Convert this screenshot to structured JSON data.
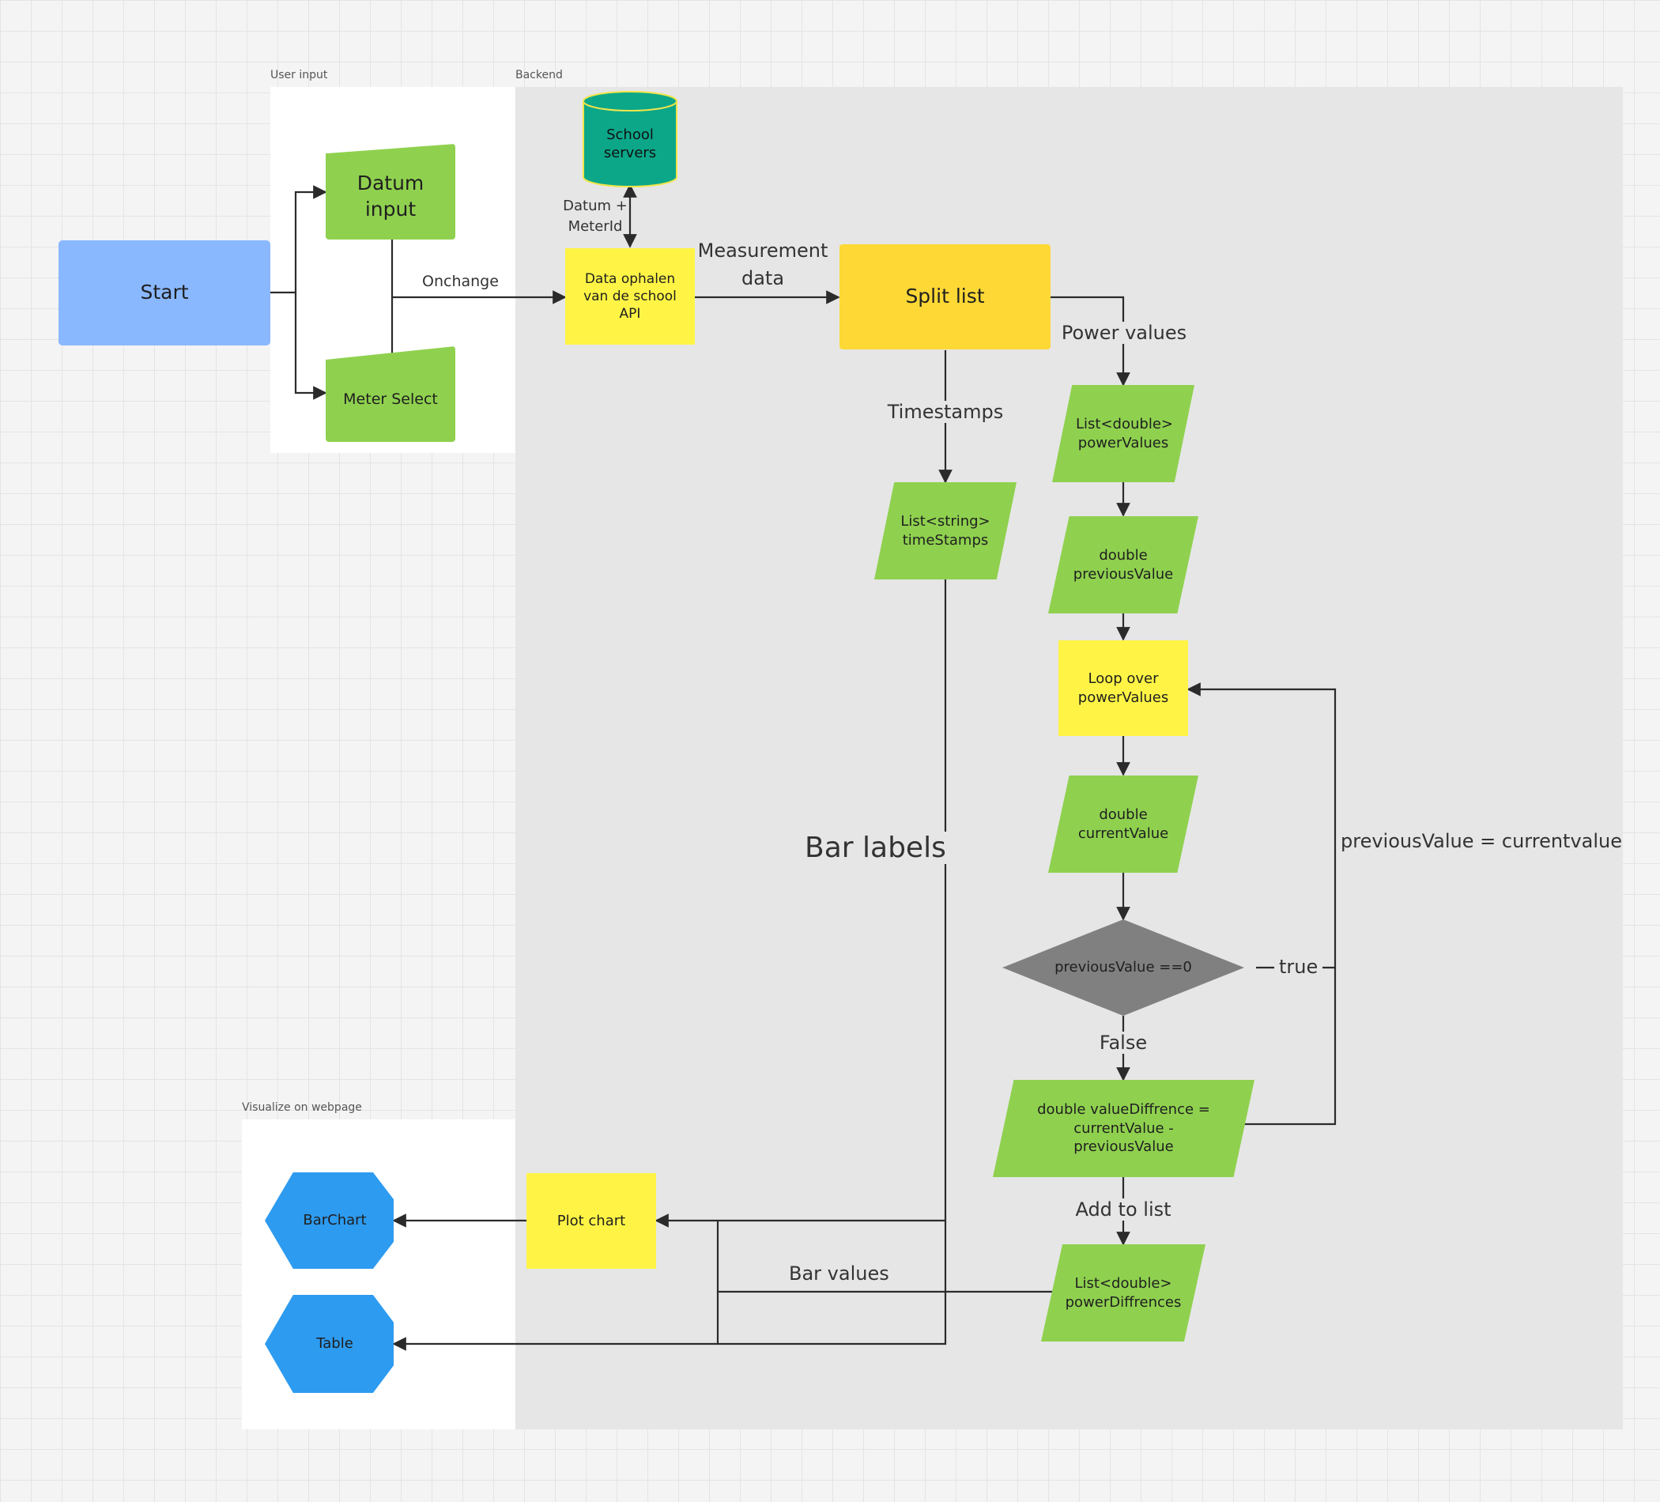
{
  "frames": {
    "user_input": "User input",
    "backend": "Backend",
    "visualize": "Visualize on webpage"
  },
  "nodes": {
    "start": "Start",
    "datum_input": "Datum input",
    "meter_select": "Meter Select",
    "school_servers": "School servers",
    "data_ophalen": "Data ophalen van de school API",
    "split_list": "Split list",
    "power_values_list": "List<double> powerValues",
    "timestamps_list": "List<string> timeStamps",
    "previous_value": "double previousValue",
    "loop": "Loop over powerValues",
    "current_value": "double currentValue",
    "decision": "previousValue ==0",
    "value_diffrence": "double valueDiffrence = currentValue - previousValue",
    "power_diffrences": "List<double> powerDiffrences",
    "plot_chart": "Plot chart",
    "barchart": "BarChart",
    "table": "Table"
  },
  "edge_labels": {
    "onchange": "Onchange",
    "datum_meterid": "Datum + MeterId",
    "measurement_data": "Measurement data",
    "power_values": "Power values",
    "timestamps": "Timestamps",
    "bar_labels": "Bar labels",
    "true": "true",
    "false": "False",
    "assign": "previousValue = currentvalue",
    "add_to_list": "Add to list",
    "bar_values": "Bar values"
  },
  "colors": {
    "start": "#8ab8ff",
    "green": "#8fd14f",
    "yellow": "#fff445",
    "orange": "#fed835",
    "teal": "#0ca789",
    "grey": "#808080",
    "blue": "#2d9bf0",
    "backend_bg": "#e6e6e6",
    "line": "#2b2b2b"
  }
}
